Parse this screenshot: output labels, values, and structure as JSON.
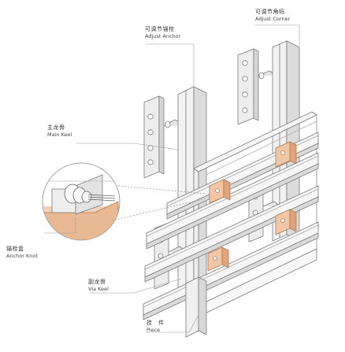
{
  "labels": {
    "adjust_anchor": {
      "cn": "可调节锚栓",
      "en": "Adjust Anchor"
    },
    "adjust_corner": {
      "cn": "可调节角码",
      "en": "Adjust Corner"
    },
    "main_keel": {
      "cn": "主龙骨",
      "en": "Main Keel"
    },
    "anchor_knot": {
      "cn": "锚栓盒",
      "en": "Anchor Knot"
    },
    "via_keel": {
      "cn": "副龙骨",
      "en": "Via Keel"
    },
    "piece": {
      "cn": "挂　件",
      "en": "Piece"
    }
  },
  "colors": {
    "line": "#7a7a7a",
    "steel_light": "#f4f4f4",
    "steel_mid": "#e2e2e2",
    "steel_dark": "#cfcfcf",
    "accent": "#f2c7a6",
    "accent_dark": "#e0a57c"
  }
}
